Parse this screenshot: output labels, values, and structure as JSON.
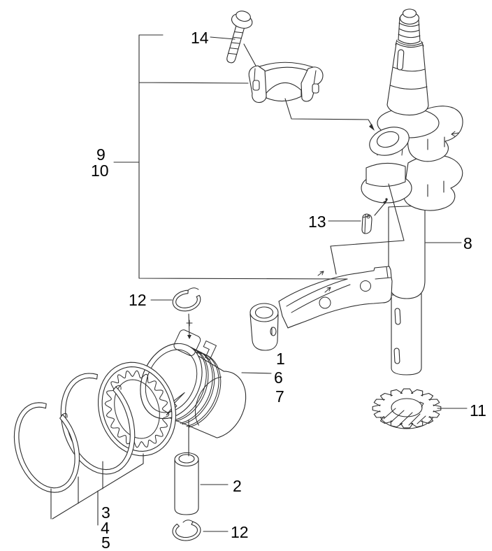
{
  "diagram": {
    "kind": "exploded-parts-line-drawing",
    "background": "#ffffff",
    "line_color": "#2c2c2c",
    "label_color": "#000000",
    "callouts": [
      {
        "text": "14"
      },
      {
        "text": "9"
      },
      {
        "text": "10"
      },
      {
        "text": "13"
      },
      {
        "text": "8"
      },
      {
        "text": "12"
      },
      {
        "text": "1"
      },
      {
        "text": "6"
      },
      {
        "text": "7"
      },
      {
        "text": "2"
      },
      {
        "text": "12"
      },
      {
        "text": "3"
      },
      {
        "text": "4"
      },
      {
        "text": "5"
      },
      {
        "text": "11"
      }
    ]
  }
}
